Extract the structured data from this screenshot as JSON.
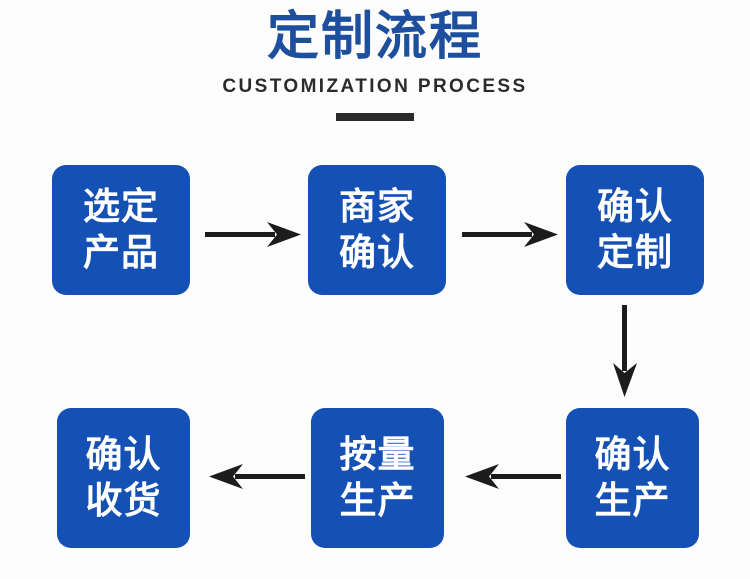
{
  "header": {
    "title_cn": "定制流程",
    "title_en": "CUSTOMIZATION PROCESS",
    "rule": ""
  },
  "colors": {
    "box_blue": "#1551b5",
    "title_blue": "#1d4f9e",
    "text_dark": "#2b2b2b",
    "node_text": "#ffffff",
    "arrow": "#1c1c1c",
    "background": "#fdfdfd"
  },
  "flow": {
    "steps": [
      {
        "id": "step-1",
        "order": 1,
        "line1": "选定",
        "line2": "产品",
        "full": "选定产品"
      },
      {
        "id": "step-2",
        "order": 2,
        "line1": "商家",
        "line2": "确认",
        "full": "商家确认"
      },
      {
        "id": "step-3",
        "order": 3,
        "line1": "确认",
        "line2": "定制",
        "full": "确认定制"
      },
      {
        "id": "step-4",
        "order": 4,
        "line1": "确认",
        "line2": "生产",
        "full": "确认生产"
      },
      {
        "id": "step-5",
        "order": 5,
        "line1": "按量",
        "line2": "生产",
        "full": "按量生产"
      },
      {
        "id": "step-6",
        "order": 6,
        "line1": "确认",
        "line2": "收货",
        "full": "确认收货"
      }
    ],
    "connectors": [
      {
        "id": "arrow-1",
        "from": "step-1",
        "to": "step-2",
        "direction": "right"
      },
      {
        "id": "arrow-2",
        "from": "step-2",
        "to": "step-3",
        "direction": "right"
      },
      {
        "id": "arrow-3",
        "from": "step-3",
        "to": "step-4",
        "direction": "down"
      },
      {
        "id": "arrow-4",
        "from": "step-4",
        "to": "step-5",
        "direction": "left"
      },
      {
        "id": "arrow-5",
        "from": "step-5",
        "to": "step-6",
        "direction": "left"
      }
    ]
  }
}
